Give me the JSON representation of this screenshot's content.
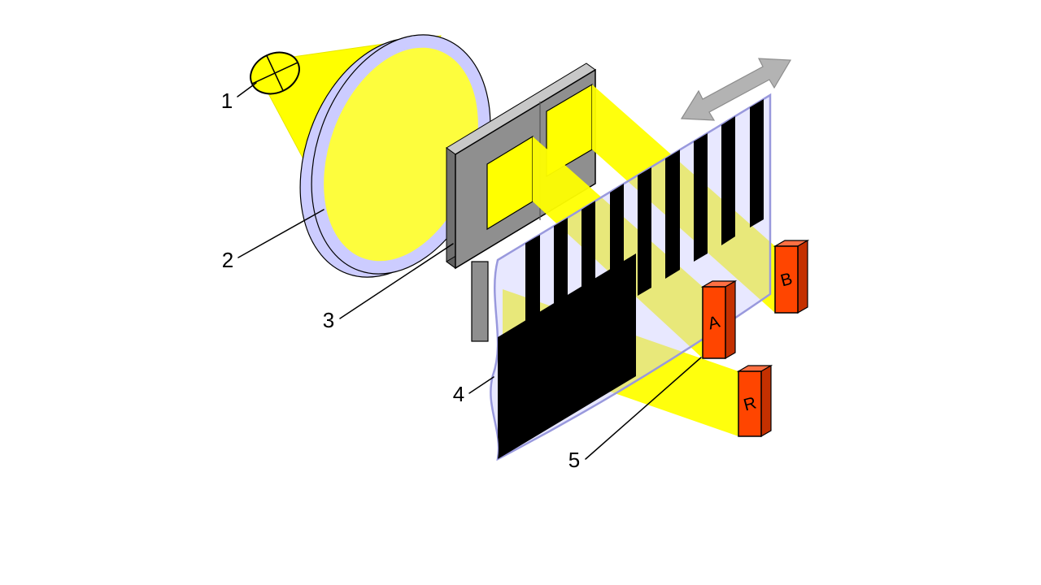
{
  "figure": {
    "background": "#ffffff",
    "labels": {
      "lamp": "1",
      "lens": "2",
      "mask": "3",
      "scale": "4",
      "detectors": "5"
    },
    "detectors": [
      {
        "label": "A"
      },
      {
        "label": "B"
      },
      {
        "label": "R"
      }
    ],
    "colors": {
      "light": "#ffff00",
      "light_soft": "#ffff33",
      "lamp": "#ffff00",
      "lens_rim": "#ccccff",
      "lens_body": "#ccccff",
      "mask_front": "#8f8f8f",
      "mask_top": "#c8c8c8",
      "mask_side": "#707070",
      "mask_bottom": "#5f5f5f",
      "film": "#ccccff",
      "film_edge": "#9999dd",
      "stripe": "#000000",
      "detector_front": "#ff4500",
      "detector_top": "#ff7043",
      "detector_side": "#c43000",
      "arrow": "#b3b3b3",
      "arrow_edge": "#8c8c8c",
      "outline": "#000000"
    }
  }
}
